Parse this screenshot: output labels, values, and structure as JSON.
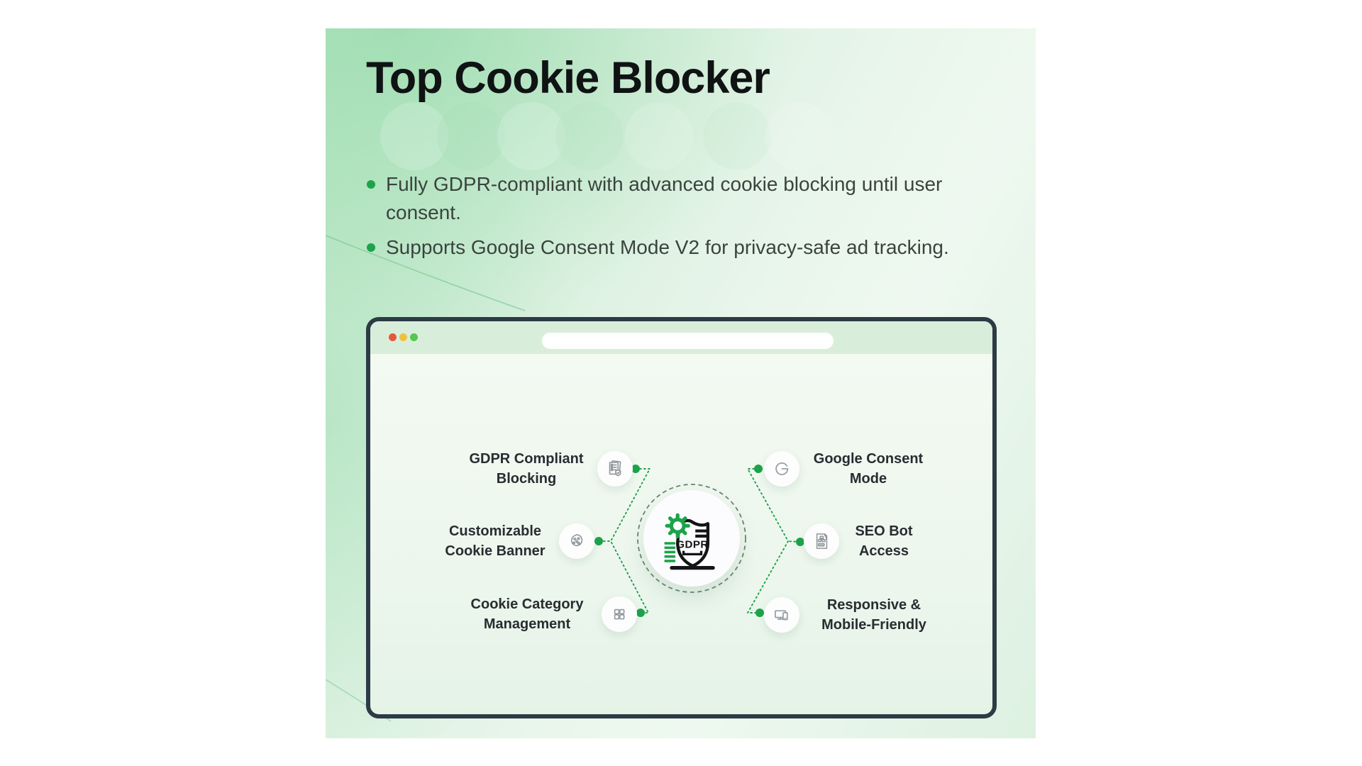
{
  "page": {
    "title": "Top Cookie Blocker",
    "bullets": [
      {
        "text": "Fully GDPR-compliant with advanced cookie blocking until user consent."
      },
      {
        "text": "Supports Google Consent Mode V2 for privacy-safe ad tracking."
      }
    ]
  },
  "browser_mockup": {
    "window_controls": [
      {
        "name": "close",
        "color": "#e4573f"
      },
      {
        "name": "minimize",
        "color": "#eec23e"
      },
      {
        "name": "zoom",
        "color": "#56c64f"
      }
    ],
    "address_bar_value": "",
    "diagram": {
      "center": {
        "badge": "GDPR",
        "icon": "gdpr-shield-gear-icon"
      },
      "features_left": [
        {
          "label": "GDPR Compliant Blocking",
          "icon": "compliance-document-icon"
        },
        {
          "label": "Customizable Cookie Banner",
          "icon": "cookie-icon"
        },
        {
          "label": "Cookie Category Management",
          "icon": "category-grid-icon"
        }
      ],
      "features_right": [
        {
          "label": "Google Consent Mode",
          "icon": "google-g-icon"
        },
        {
          "label": "SEO Bot Access",
          "icon": "seo-robots-document-icon"
        },
        {
          "label": "Responsive & Mobile-Friendly",
          "icon": "responsive-devices-icon"
        }
      ]
    }
  },
  "colors": {
    "accent_green": "#1ca34b",
    "panel_green_dark": "#bfe8ca",
    "panel_green_light": "#eef8f0",
    "browser_border": "#2c3b45",
    "browser_topbar": "#d9eeda",
    "traffic_red": "#e4573f",
    "traffic_yellow": "#eec23e",
    "traffic_green": "#56c64f",
    "dashed_ring": "#6b8373",
    "icon_stroke_gray": "#8f969b",
    "title_color": "#101314",
    "body_text": "#3a433e",
    "label_text": "#272d31"
  }
}
